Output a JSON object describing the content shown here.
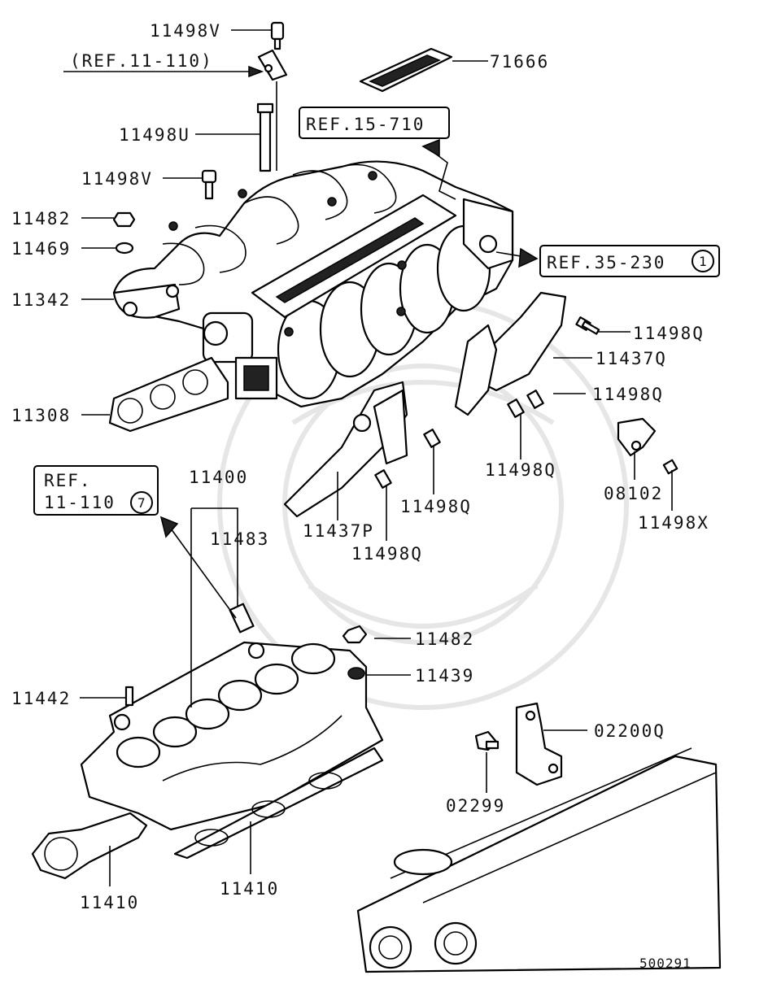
{
  "diagram": {
    "diagram_id": "500291",
    "labels": {
      "p11498V_top": "11498V",
      "ref_11_110_top": "(REF.11-110)",
      "p71666": "71666",
      "ref_15_710": "REF.15-710",
      "p11498U": "11498U",
      "p11498V_mid": "11498V",
      "p11482_top": "11482",
      "p11469": "11469",
      "ref_35_230": "REF.35-230",
      "ref_35_230_circle": "1",
      "p11342": "11342",
      "p11498Q_a": "11498Q",
      "p11437Q": "11437Q",
      "p11498Q_b": "11498Q",
      "p11308": "11308",
      "p11498Q_c": "11498Q",
      "p08102": "08102",
      "p11498X": "11498X",
      "ref_11_110_box_line1": "REF.",
      "ref_11_110_box_line2": "11-110",
      "ref_11_110_circle": "7",
      "p11400": "11400",
      "p11483": "11483",
      "p11498Q_d": "11498Q",
      "p11437P": "11437P",
      "p11498Q_e": "11498Q",
      "p11482_bot": "11482",
      "p11439": "11439",
      "p11442": "11442",
      "p02200Q": "02200Q",
      "p02299": "02299",
      "p11410_left": "11410",
      "p11410_mid": "11410"
    }
  }
}
